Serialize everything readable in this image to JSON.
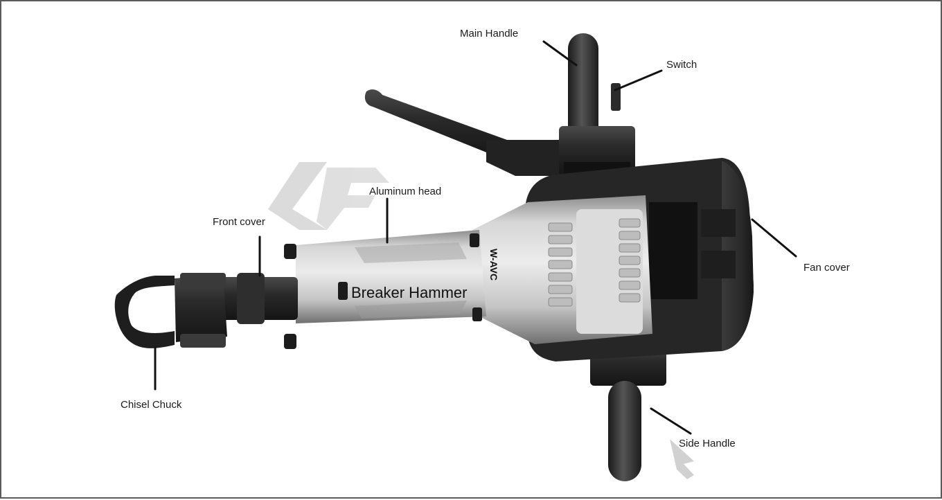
{
  "diagram": {
    "labels": {
      "main_handle": "Main Handle",
      "switch": "Switch",
      "aluminum_head": "Aluminum head",
      "front_cover": "Front cover",
      "fan_cover": "Fan cover",
      "chisel_chuck": "Chisel Chuck",
      "side_handle": "Side Handle"
    },
    "body_text": "Breaker Hammer",
    "logo_text": "W-AVC"
  }
}
